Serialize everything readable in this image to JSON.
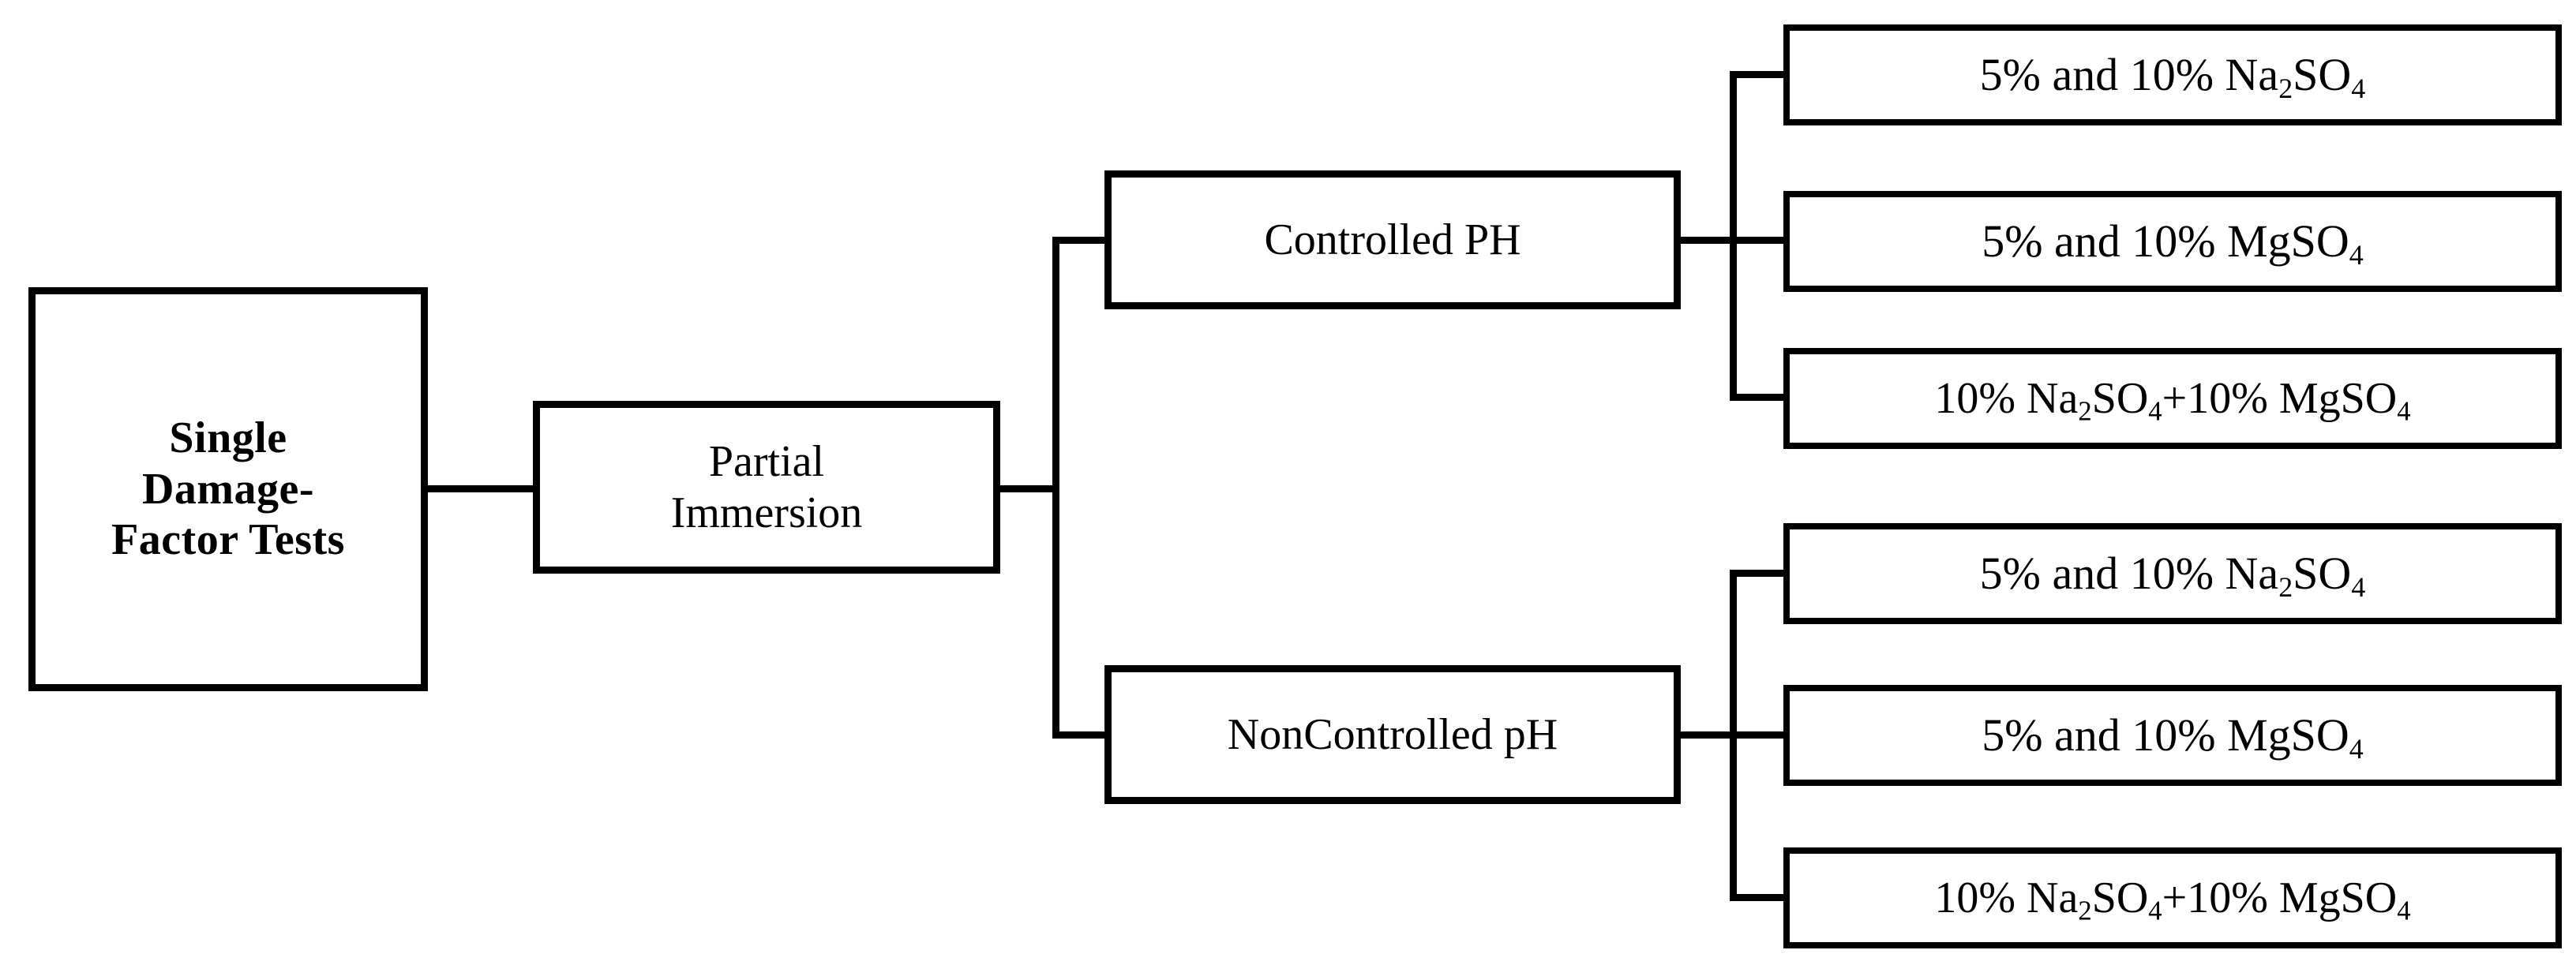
{
  "diagram": {
    "title": "Single Damage-Factor Tests flowchart",
    "line_color": "#000000",
    "box_fill": "#ffffff",
    "text_color": "#000000"
  },
  "root": {
    "label_line1": "Single",
    "label_line2": "Damage-",
    "label_line3": "Factor Tests"
  },
  "stage": {
    "label_line1": "Partial",
    "label_line2": "Immersion"
  },
  "branches": [
    {
      "label": "Controlled PH"
    },
    {
      "label": "NonControlled pH"
    }
  ],
  "leaves_top": [
    {
      "prefix": "5% and 10% Na",
      "sub1": "2",
      "mid": "SO",
      "sub2": "4",
      "suffix": ""
    },
    {
      "prefix": "5% and 10% MgSO",
      "sub1": "4",
      "mid": "",
      "sub2": "",
      "suffix": ""
    },
    {
      "prefix": "10% Na",
      "sub1": "2",
      "mid": "SO",
      "sub2": "4",
      "suffix": "+10% MgSO",
      "sub3": "4"
    }
  ],
  "leaves_bottom": [
    {
      "prefix": "5% and 10% Na",
      "sub1": "2",
      "mid": "SO",
      "sub2": "4",
      "suffix": ""
    },
    {
      "prefix": "5% and 10% MgSO",
      "sub1": "4",
      "mid": "",
      "sub2": "",
      "suffix": ""
    },
    {
      "prefix": "10% Na",
      "sub1": "2",
      "mid": "SO",
      "sub2": "4",
      "suffix": "+10% MgSO",
      "sub3": "4"
    }
  ]
}
